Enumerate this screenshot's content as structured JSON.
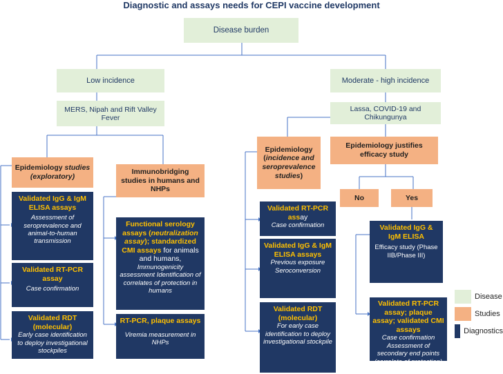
{
  "title": "Diagnostic and assays needs for CEPI vaccine development",
  "disease_burden": "Disease burden",
  "low": {
    "label": "Low incidence",
    "diseases": "MERS, Nipah and Rift Valley Fever",
    "epi_line1": "Epidemiology ",
    "epi_line1_italic": "studies",
    "epi_line2": "(exploratory)",
    "immuno": "Immunobridging studies in humans and NHPs",
    "box1": {
      "title": "Validated IgG & IgM ELISA assays",
      "body": "Assessment of seroprevalence and animal-to-human transmission"
    },
    "box2": {
      "title": "Validated RT-PCR assay",
      "body": "Case confirmation"
    },
    "box3": {
      "title": "Validated RDT (molecular)",
      "body": "Early case identification to deploy investigational stockpiles"
    },
    "box4": {
      "title_a": "Functional serology assays (",
      "title_b": "neutralization assay",
      "title_c": "); standardized CMI assays",
      "title_d": " for animals and humans,",
      "body": "Immunogenicity assessment Identification of correlates of protection in humans"
    },
    "box5": {
      "title": "RT-PCR, plaque assays",
      "body": "Viremia measurement in NHPs"
    }
  },
  "high": {
    "label": "Moderate - high incidence",
    "diseases": "Lassa, COVID-19 and Chikungunya",
    "epi_a": "Epidemiology (",
    "epi_b": "incidence and seroprevalence studies",
    "epi_c": ")",
    "justifies": "Epidemiology justifies efficacy study",
    "no": "No",
    "yes": "Yes",
    "box1": {
      "title_a": "Validated RT-PCR ass",
      "title_b": "ay",
      "body": "Case confirmation"
    },
    "box2": {
      "title": "Validated IgG & IgM ELISA assays",
      "body": "Previous exposure Seroconversion"
    },
    "box3": {
      "title": "Validated RDT (molecular)",
      "body": "For early case identification to deploy investigational stockpile"
    },
    "box4": {
      "title": "Validated IgG & IgM ELISA",
      "body": "Efficacy study (Phase IIB/Phase III)"
    },
    "box5": {
      "title": "Validated RT-PCR assay; plaque assay; validated CMI assays",
      "body": "Case confirmation Assessment of secondary end points (correlate of protection)"
    }
  },
  "legend": [
    {
      "label": "Disease",
      "color": "#e2efd9"
    },
    {
      "label": "Studies",
      "color": "#f4b183"
    },
    {
      "label": "Diagnostics",
      "color": "#203864"
    }
  ]
}
